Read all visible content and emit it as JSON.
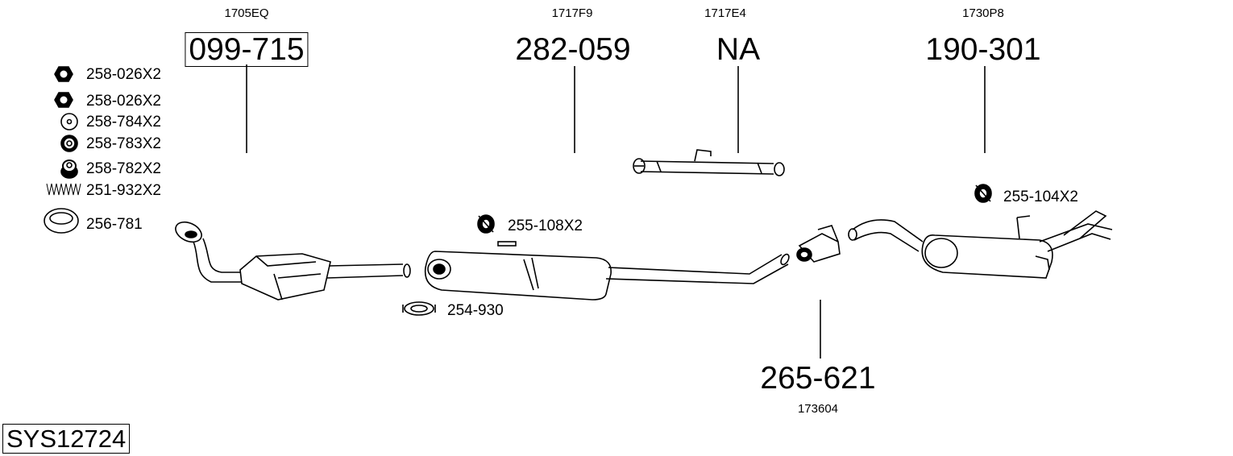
{
  "system_id": "SYS12724",
  "callouts": [
    {
      "ref": "1705EQ",
      "part": "099-715",
      "boxed": true
    },
    {
      "ref": "1717F9",
      "part": "282-059"
    },
    {
      "ref": "1717E4",
      "part": "NA"
    },
    {
      "ref": "1730P8",
      "part": "190-301"
    },
    {
      "ref": "173604",
      "part": "265-621"
    }
  ],
  "fittings_legend": [
    {
      "icon": "hex-nut-icon",
      "label": "258-026X2"
    },
    {
      "icon": "hex-nut-icon",
      "label": "258-026X2"
    },
    {
      "icon": "washer-icon",
      "label": "258-784X2"
    },
    {
      "icon": "bushing-icon",
      "label": "258-783X2"
    },
    {
      "icon": "rubber-mount-icon",
      "label": "258-782X2"
    },
    {
      "icon": "spring-icon",
      "label": "251-932X2"
    },
    {
      "icon": "gasket-ring-icon",
      "label": "256-781"
    }
  ],
  "fittings_inline": [
    {
      "icon": "rubber-hanger-icon",
      "label": "255-108X2"
    },
    {
      "icon": "pipe-clamp-icon",
      "label": "254-930"
    },
    {
      "icon": "rubber-hanger-icon",
      "label": "255-104X2"
    }
  ]
}
